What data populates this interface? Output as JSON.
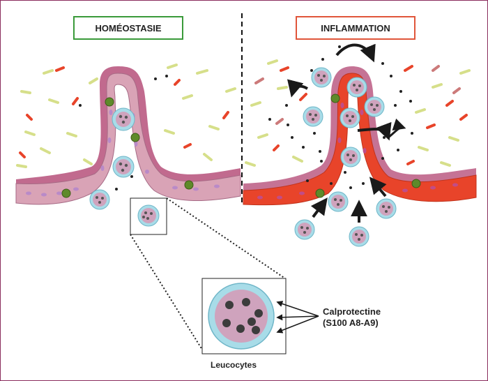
{
  "titles": {
    "left": "HOMÉOSTASIE",
    "right": "INFLAMMATION"
  },
  "labels": {
    "calprotectine": "Calprotectine",
    "s100": "(S100 A8-A9)",
    "leucocytes": "Leucocytes"
  },
  "colors": {
    "frame": "#8a2c5c",
    "homeostasis_border": "#3a9a3a",
    "inflammation_border": "#e0553a",
    "healthy_tissue": "#d9a3b6",
    "healthy_villi": "#b6507a",
    "inflamed_tissue": "#e8442a",
    "leucocyte_outer": "#a8dce8",
    "leucocyte_inner": "#cfa3bd",
    "granule": "#555555",
    "bacteria_yellow": "#d6df8a",
    "bacteria_red": "#e8442a"
  }
}
